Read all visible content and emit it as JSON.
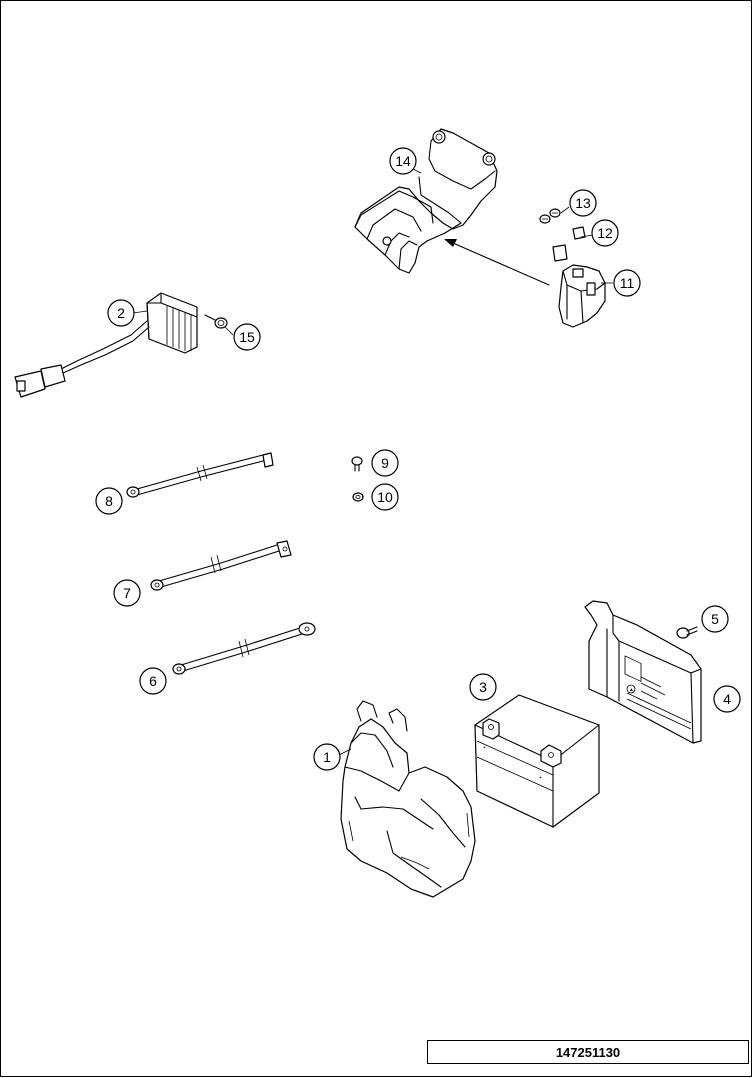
{
  "drawing_number": "147251130",
  "callouts": {
    "c1": "1",
    "c2": "2",
    "c3": "3",
    "c4": "4",
    "c5": "5",
    "c6": "6",
    "c7": "7",
    "c8": "8",
    "c9": "9",
    "c10": "10",
    "c11": "11",
    "c12": "12",
    "c13": "13",
    "c14": "14",
    "c15": "15"
  }
}
